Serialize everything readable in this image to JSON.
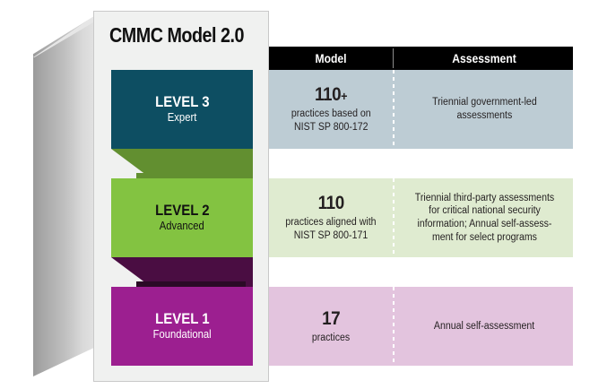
{
  "title": "CMMC Model 2.0",
  "columns": {
    "model": "Model",
    "assessment": "Assessment"
  },
  "colors": {
    "level3": "#0d4e62",
    "level2": "#83c341",
    "level1": "#9c1f90",
    "row3_bg": "#bdccd4",
    "row2_bg": "#dfebd0",
    "row1_bg": "#e3c4de",
    "connector3": "#628f30",
    "connector2": "#4a0d42",
    "header_bg": "#000000",
    "panel_bg": "#f0f1f0"
  },
  "levels": [
    {
      "name": "LEVEL 3",
      "descriptor": "Expert",
      "model_count": "110",
      "model_suffix": "+",
      "model_note_line1": "practices based on",
      "model_note_line2": "NIST SP 800-172",
      "assessment_line1": "Triennial government-led",
      "assessment_line2": "assessments",
      "assessment_line3": "",
      "assessment_line4": ""
    },
    {
      "name": "LEVEL 2",
      "descriptor": "Advanced",
      "model_count": "110",
      "model_suffix": "",
      "model_note_line1": "practices aligned with",
      "model_note_line2": "NIST SP 800-171",
      "assessment_line1": "Triennial third-party assessments",
      "assessment_line2": "for critical national security",
      "assessment_line3": "information; Annual self-assess-",
      "assessment_line4": "ment for select programs"
    },
    {
      "name": "LEVEL 1",
      "descriptor": "Foundational",
      "model_count": "17",
      "model_suffix": "",
      "model_note_line1": "practices",
      "model_note_line2": "",
      "assessment_line1": "Annual self-assessment",
      "assessment_line2": "",
      "assessment_line3": "",
      "assessment_line4": ""
    }
  ]
}
